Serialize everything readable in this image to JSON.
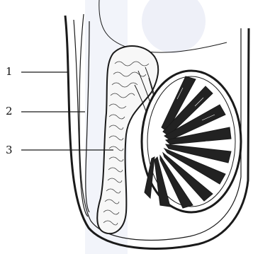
{
  "labels": [
    {
      "id": "1",
      "text": "1"
    },
    {
      "id": "2",
      "text": "2"
    },
    {
      "id": "3",
      "text": "3"
    }
  ],
  "colors": {
    "ink": "#1a1a1a",
    "watermark": "#eef0f8",
    "background": "#ffffff"
  },
  "icons": {
    "watermark": "watermark-shape"
  }
}
